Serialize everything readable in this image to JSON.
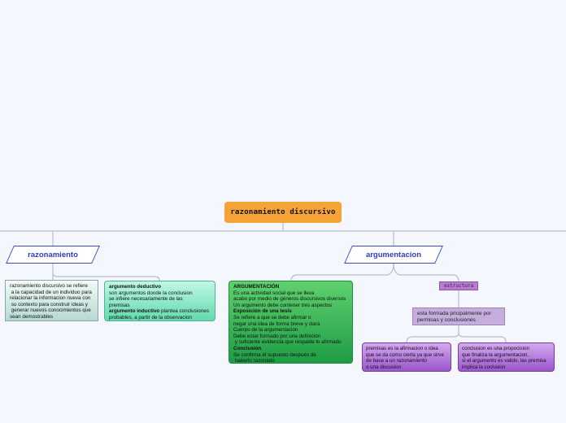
{
  "root": {
    "label": "razonamiento discursivo"
  },
  "branches": {
    "left": {
      "label": "razonamiento"
    },
    "right": {
      "label": "argumentacion"
    }
  },
  "notes": {
    "razonamiento_def": {
      "lines": [
        "razonamiento discursivo se refiere",
        " a la capacidad de un individuo para",
        "relacionar la informacion nueva con",
        " su contexto para construir ideas y",
        " generar nuevos conocimientos que",
        "sean demostrables"
      ]
    },
    "argumentos": {
      "deductivo_title": "argumento deductivo",
      "deductivo_lines": [
        "son argumentos donde la conclusion",
        "se infiere necesariamente de las",
        "premisas"
      ],
      "inductivo_title": "argumento inductivo",
      "inductivo_rest": " plantea conclusiones",
      "inductivo_line2": "probables, a partir de la observacion"
    },
    "argumentacion": {
      "title": "ARGUMENTACIÓN",
      "intro": [
        "Es una actividad social que se lleva",
        "acabo por medio de géneros discursivos diversos",
        "Un argumento debe contener tres aspectos"
      ],
      "tesis_title": "Exposición de una tesis",
      "tesis_lines": [
        "Se refiere a que se debe afirmar o",
        "negar una idea de forma breve y clara"
      ],
      "cuerpo_lines": [
        "Cuerpo de la argumentación",
        "Debe estar formado por una definición",
        " y suficiente evidencia que respalde lo afirmado"
      ],
      "conclusion_title": "Conclusión",
      "conclusion_lines": [
        "Se confirma el supuesto después de",
        " haberlo razonado"
      ]
    },
    "estructura": {
      "label": "estructura"
    },
    "formada": {
      "lines": [
        "esta formada pricipalmente por",
        "permisas y conclusiones"
      ]
    },
    "premisas": {
      "lines": [
        "premisas es la afirmacion o idea",
        "que se da como cierta ya que sirve",
        "de base a un razonamiento",
        "o una discusion"
      ]
    },
    "conclusion": {
      "lines": [
        "conclusion es una propocision",
        "que finaliza la argumentacion,",
        "si el argumento es valido, las premisa",
        "implica la coclusion"
      ]
    }
  },
  "colors": {
    "background": "#f5f7fe",
    "root": "#f5a236",
    "branch_text": "#2b3cc0",
    "connector": "#b9bcc8"
  }
}
